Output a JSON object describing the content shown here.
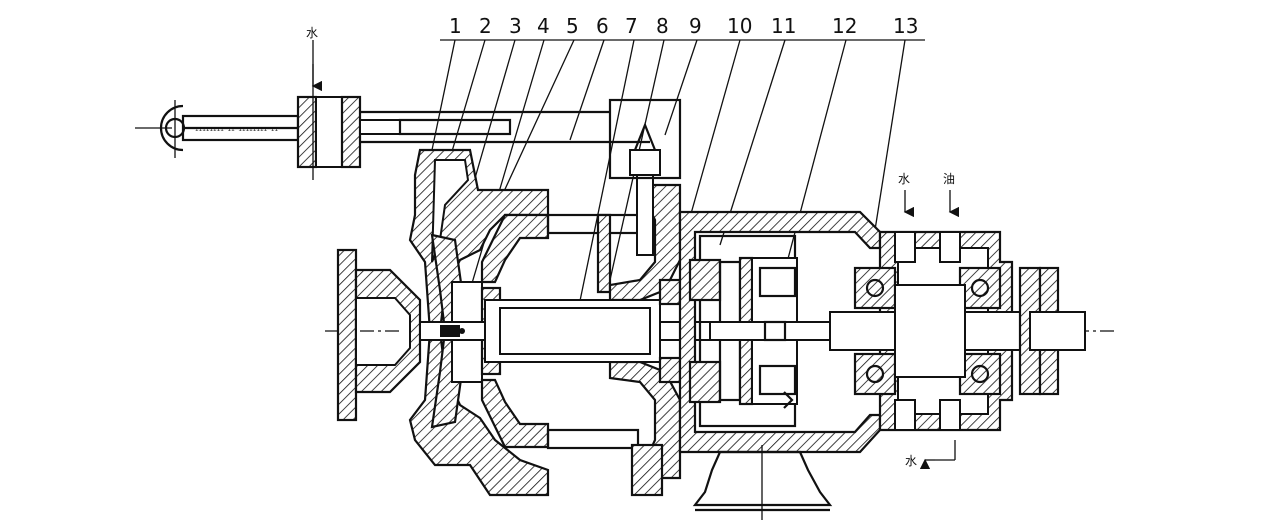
{
  "diagram": {
    "part_numbers": [
      "1",
      "2",
      "3",
      "4",
      "5",
      "6",
      "7",
      "8",
      "9",
      "10",
      "11",
      "12",
      "13"
    ],
    "port_labels": {
      "water_inlet_top_left": "水",
      "water_inlet_right": "水",
      "oil_inlet_right": "油",
      "water_outlet_bottom": "水"
    }
  }
}
